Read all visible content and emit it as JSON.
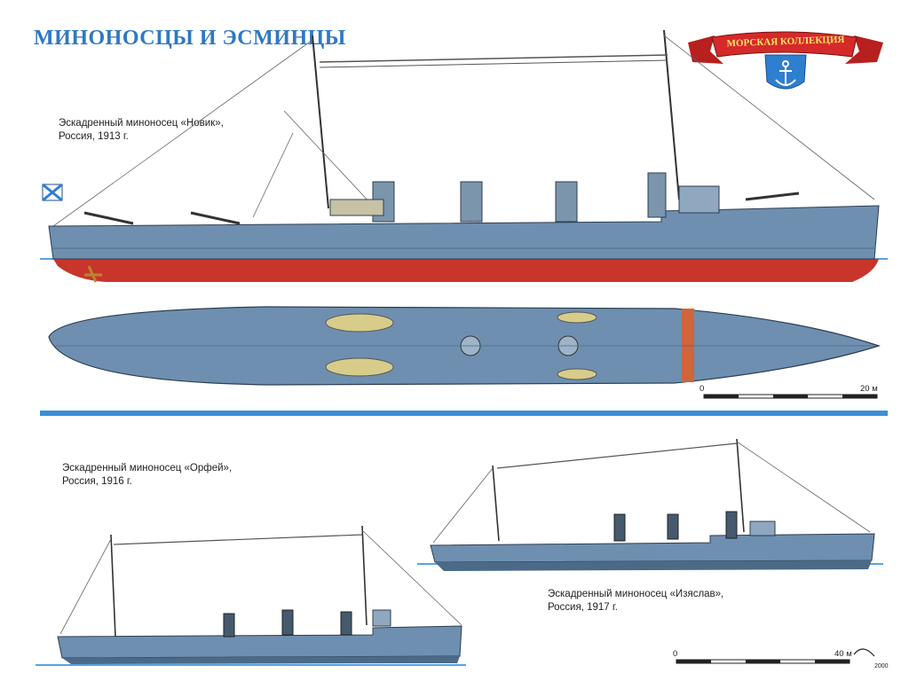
{
  "header": {
    "title": "МИНОНОСЦЫ И ЭСМИНЦЫ"
  },
  "emblem": {
    "ribbon_text": "МОРСКАЯ КОЛЛЕКЦИЯ",
    "icon": "anchor-icon",
    "colors": {
      "ribbon": "#d42a2a",
      "shield": "#2f7fd0"
    }
  },
  "ships": [
    {
      "caption_line1": "Эскадренный миноносец «Новик»,",
      "caption_line2": "Россия, 1913 г."
    },
    {
      "caption_line1": "Эскадренный миноносец «Орфей»,",
      "caption_line2": "Россия, 1916 г."
    },
    {
      "caption_line1": "Эскадренный миноносец «Изяслав»,",
      "caption_line2": "Россия, 1917 г."
    }
  ],
  "scales": [
    {
      "start": "0",
      "end": "20 м"
    },
    {
      "start": "0",
      "end": "40 м"
    }
  ],
  "signature": "2000",
  "colors": {
    "hull": "#6e8fb0",
    "deck": "#8fb0cc",
    "keel": "#c8352a",
    "accent": "#3c8fd6"
  }
}
